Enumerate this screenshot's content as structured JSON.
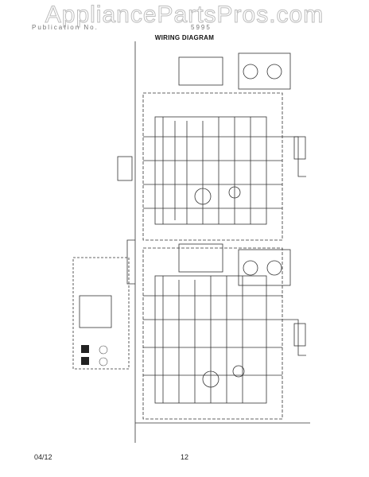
{
  "watermark": "AppliancePartsPros.com",
  "header": {
    "left_text": "Publication No.",
    "right_text": "5995",
    "title": "WIRING DIAGRAM"
  },
  "footer": {
    "date": "04/12",
    "page_number": "12"
  }
}
